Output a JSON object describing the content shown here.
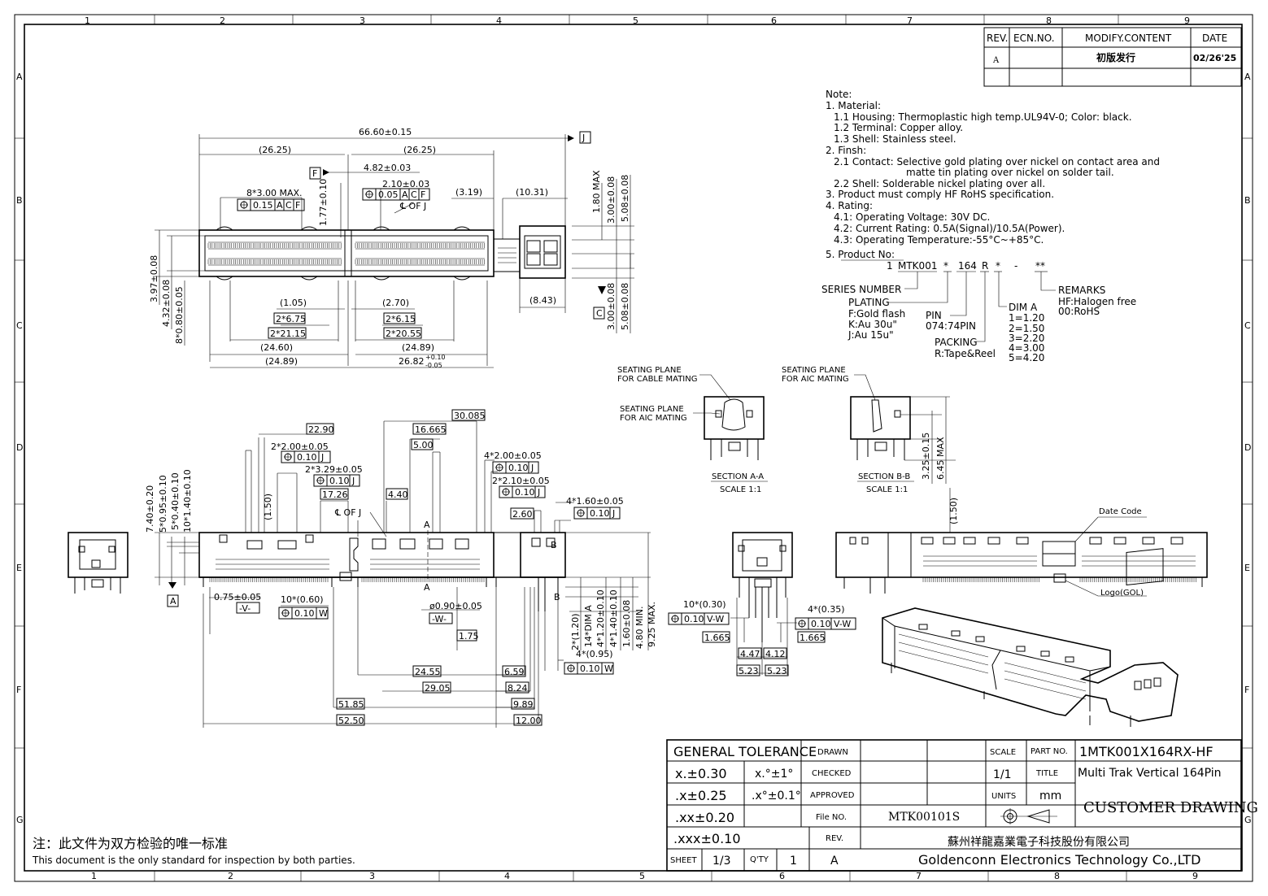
{
  "grid": {
    "top_numbers": [
      "1",
      "2",
      "3",
      "4",
      "5",
      "6",
      "7",
      "8",
      "9"
    ],
    "side_letters": [
      "A",
      "B",
      "C",
      "D",
      "E",
      "F",
      "G"
    ]
  },
  "revision_table": {
    "headers": [
      "REV.",
      "ECN.NO.",
      "MODIFY.CONTENT",
      "DATE"
    ],
    "rows": [
      [
        "A",
        "",
        "初版发行",
        "02/26'25"
      ]
    ]
  },
  "notes": [
    "Note:",
    "1. Material:",
    "1.1 Housing: Thermoplastic high temp.UL94V-0; Color: black.",
    "1.2 Terminal: Copper alloy.",
    "1.3 Shell: Stainless steel.",
    "2. Finsh:",
    "2.1 Contact: Selective gold plating over nickel on contact area and",
    "matte tin plating over nickel on solder tail.",
    "2.2 Shell: Solderable nickel plating over all.",
    "3. Product must comply HF RoHS specification.",
    "4. Rating:",
    "4.1: Operating Voltage: 30V DC.",
    "4.2: Current Rating: 0.5A(Signal)/10.5A(Power).",
    "4.3: Operating Temperature:-55°C~+85°C.",
    "5. Product No:"
  ],
  "product_no": {
    "code_parts": [
      "1",
      "MTK001",
      "*",
      "164",
      "R",
      "*",
      "-",
      "**"
    ],
    "series_number": "SERIES NUMBER",
    "plating": [
      "PLATING",
      "F:Gold flash",
      "K:Au 30u\"",
      "J:Au 15u\""
    ],
    "pin": [
      "PIN",
      "074:74PIN"
    ],
    "packing": [
      "PACKING",
      "R:Tape&Reel"
    ],
    "dim_a": [
      "DIM A",
      "1=1.20",
      "2=1.50",
      "3=2.20",
      "4=3.00",
      "5=4.20"
    ],
    "remarks": [
      "REMARKS",
      "HF:Halogen free",
      "00:RoHS"
    ]
  },
  "top_view_dims": {
    "overall": "66.60±0.15",
    "half_left": "(26.25)",
    "half_right": "(26.25)",
    "datum_f": "F",
    "datum_j": "J",
    "datum_c": "C",
    "d_482": "4.82±0.03",
    "d_210": "2.10±0.03",
    "fcf_005": [
      "0.05",
      "A",
      "C",
      "F"
    ],
    "d_8x300": "8*3.00 MAX.",
    "fcf_015": [
      "0.15",
      "A",
      "C",
      "F"
    ],
    "d_177": "1.77±0.10",
    "center_label": "℄ OF J",
    "d_319": "(3.19)",
    "d_1031": "(10.31)",
    "d_180": "1.80 MAX",
    "d_300_up": "3.00±0.08",
    "d_508_up": "5.08±0.08",
    "d_300_dn": "3.00±0.08",
    "d_508_dn": "5.08±0.08",
    "d_843": "(8.43)",
    "d_397": "3.97±0.08",
    "d_432": "4.32±0.08",
    "d_8x080": "8*0.80±0.05",
    "d_105": "(1.05)",
    "d_270": "(2.70)",
    "d_2x675": "2*6.75",
    "d_2x615": "2*6.15",
    "d_2x2115": "2*21.15",
    "d_2x2055": "2*20.55",
    "d_2460": "(24.60)",
    "d_2489a": "(24.89)",
    "d_2489b": "(24.89)",
    "d_2682": "26.82",
    "d_2682_tol_up": "+0.10",
    "d_2682_tol_dn": "-0.05"
  },
  "sections": {
    "a_label": [
      "SEATING PLANE",
      "FOR CABLE MATING"
    ],
    "a_label2": [
      "SEATING PLANE",
      "FOR AIC MATING"
    ],
    "b_label": [
      "SEATING PLANE",
      "FOR AIC MATING"
    ],
    "a_title": "SECTION A-A",
    "a_scale": "SCALE 1:1",
    "b_title": "SECTION B-B",
    "b_scale": "SCALE 1:1",
    "d_325": "3.25±0.15",
    "d_645": "6.45 MAX"
  },
  "front_view_dims": {
    "d_2290": "22.90",
    "d_16665": "16.665",
    "d_30085": "30.085",
    "d_500": "5.00",
    "d_2x200": "2*2.00±0.05",
    "fcf_010j_1": [
      "0.10",
      "J"
    ],
    "d_2x329": "2*3.29±0.05",
    "fcf_010j_2": [
      "0.10",
      "J"
    ],
    "d_1726": "17.26",
    "d_440": "4.40",
    "d_4x200": "4*2.00±0.05",
    "fcf_010j_3": [
      "0.10",
      "J"
    ],
    "d_2x210": "2*2.10±0.05",
    "fcf_010j_4": [
      "0.10",
      "J"
    ],
    "d_260": "2.60",
    "d_4x160": "4*1.60±0.05",
    "fcf_010j_5": [
      "0.10",
      "J"
    ],
    "center_label": "℄ OF J",
    "d_150a": "(1.50)",
    "d_740": "7.40±0.20",
    "d_5x095": "5*0.95±0.10",
    "d_5x040": "5*0.40±0.10",
    "d_10x140": "10*1.40±0.10",
    "datum_a": "A",
    "sec_a": "A",
    "sec_b": "B",
    "d_075": "0.75±0.05",
    "datum_v": "-V-",
    "d_10x060": "10*(0.60)",
    "fcf_010w_1": [
      "0.10",
      "W"
    ],
    "d_090": "ø0.90±0.05",
    "datum_w": "-W-",
    "d_175": "1.75",
    "d_2x120": "2*(1.20)",
    "d_14xdim": "14*DIM A",
    "d_4x120": "4*1.20±0.10",
    "d_4x140": "4*1.40±0.10",
    "d_160": "1.60±0.08",
    "d_480": "4.80 MIN.",
    "d_925": "9.25 MAX.",
    "d_4x095": "4*(0.95)",
    "fcf_010w_2": [
      "0.10",
      "W"
    ],
    "d_2455": "24.55",
    "d_659": "6.59",
    "d_2905": "29.05",
    "d_824": "8.24",
    "d_5185": "51.85",
    "d_989": "9.89",
    "d_5250": "52.50",
    "d_1200": "12.00"
  },
  "side_view_dims": {
    "d_10x030": "10*(0.30)",
    "fcf_010vw_1": [
      "0.10",
      "V-W"
    ],
    "d_1665a": "1.665",
    "d_4x035": "4*(0.35)",
    "fcf_010vw_2": [
      "0.10",
      "V-W"
    ],
    "d_1665b": "1.665",
    "d_447": "4.47",
    "d_412": "4.12",
    "d_523a": "5.23",
    "d_523b": "5.23",
    "d_150": "(1.50)",
    "date_code": "Date Code",
    "logo": "Logo(GOL)"
  },
  "title_block": {
    "general_tolerance": "GENERAL TOLERANCE",
    "tol_x": "x.±0.30",
    "tol_xx": ".x±0.25",
    "tol_xxx": ".xx±0.20",
    "tol_xxxx": ".xxx±0.10",
    "ang_1": "x.°±1°",
    "ang_2": ".x°±0.1°",
    "drawn": "DRAWN",
    "checked": "CHECKED",
    "approved": "APPROVED",
    "file_no_label": "File NO.",
    "file_no": "MTK00101S",
    "rev_label": "REV.",
    "rev": "A",
    "sheet_label": "SHEET",
    "sheet": "1/3",
    "qty_label": "Q'TY",
    "qty": "1",
    "scale_label": "SCALE",
    "scale": "1/1",
    "units_label": "UNITS",
    "units": "mm",
    "part_no_label": "PART NO.",
    "part_no": "1MTK001X164RX-HF",
    "title_label": "TITLE",
    "title": "Multi Trak Vertical 164Pin",
    "customer_drawing": "CUSTOMER DRAWING",
    "company_cn": "蘇州祥龍嘉業電子科技股份有限公司",
    "company_en": "Goldenconn Electronics Technology Co.,LTD"
  },
  "footer": {
    "cn": "注：此文件为双方检验的唯一标准",
    "en": "This document is the only standard for inspection by both parties."
  }
}
